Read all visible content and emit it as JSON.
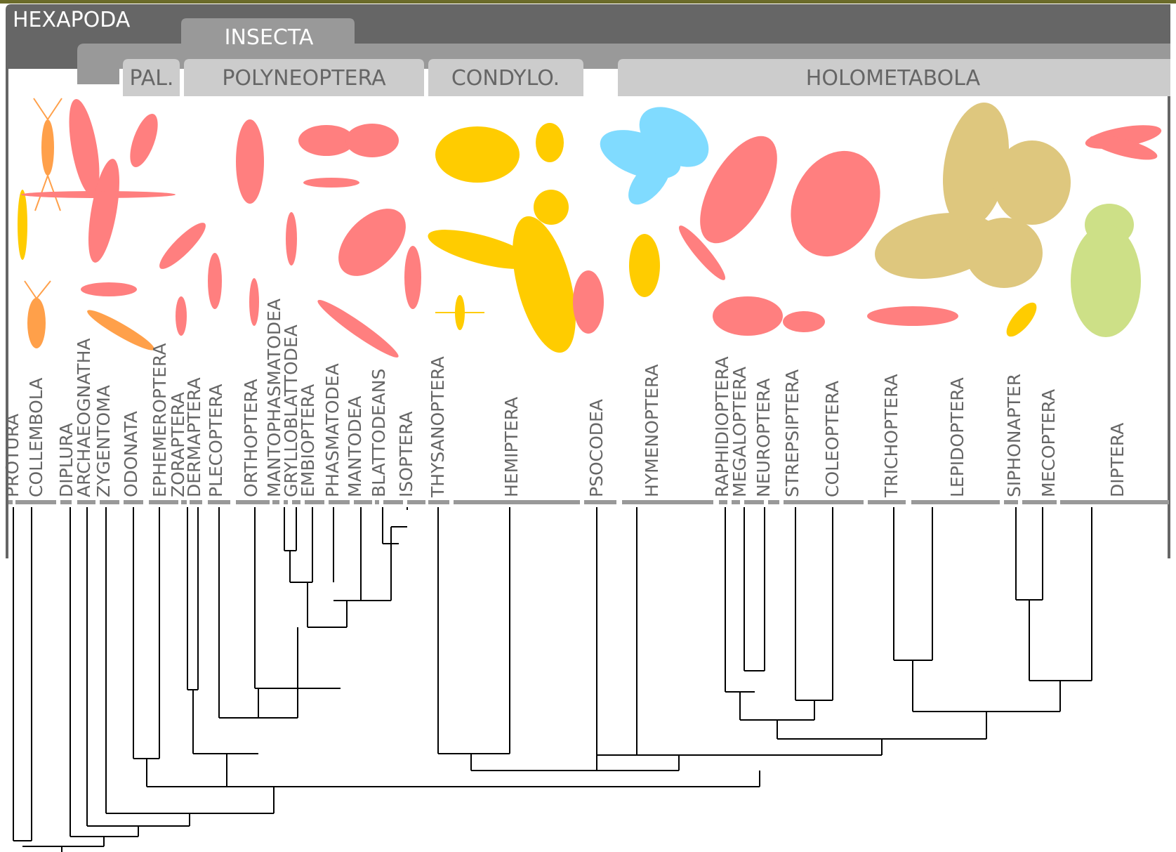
{
  "header": {
    "hexapoda": "HEXAPODA",
    "insecta": "INSECTA",
    "groups": [
      {
        "id": "pal",
        "label": "PAL."
      },
      {
        "id": "polyneoptera",
        "label": "POLYNEOPTERA"
      },
      {
        "id": "condylo",
        "label": "CONDYLO."
      },
      {
        "id": "holometabola",
        "label": "HOLOMETABOLA"
      }
    ]
  },
  "colors": {
    "header_dark": "#666666",
    "header_mid": "#999999",
    "header_light": "#cccccc",
    "entognatha_orange": "#ffa04a",
    "basal_yellow": "#ffcc00",
    "polyneoptera_red": "#ff7f7f",
    "hymenoptera_blue": "#80dbff",
    "lepidoptera_tan": "#dec77e",
    "diptera_green": "#cde087"
  },
  "orders": [
    "PROTURA",
    "COLLEMBOLA",
    "DIPLURA",
    "ARCHAEOGNATHA",
    "ZYGENTOMA",
    "ODONATA",
    "EPHEMEROPTERA",
    "ZORAPTERA",
    "DERMAPTERA",
    "PLECOPTERA",
    "ORTHOPTERA",
    "MANTOPHASMATODEA",
    "GRYLLOBLATTODEA",
    "EMBIOPTERA",
    "PHASMATODEA",
    "MANTODEA",
    "BLATTODEANS",
    "ISOPTERA",
    "THYSANOPTERA",
    "HEMIPTERA",
    "PSOCODEA",
    "HYMENOPTERA",
    "RAPHIDIOPTERA",
    "MEGALOPTERA",
    "NEUROPTERA",
    "STREPSIPTERA",
    "COLEOPTERA",
    "TRICHOPTERA",
    "LEPIDOPTERA",
    "SIPHONAPTER",
    "MECOPTERA",
    "DIPTERA"
  ]
}
